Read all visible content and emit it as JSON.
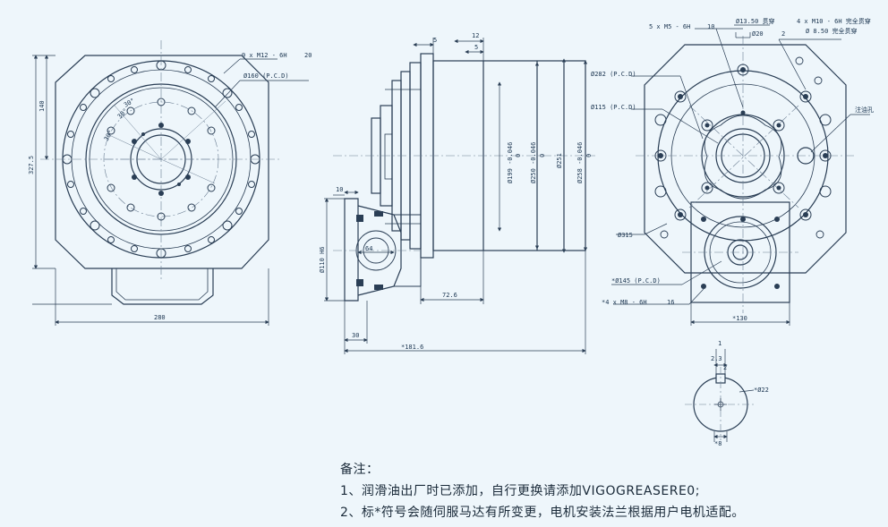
{
  "colors": {
    "background": "#eef6fb",
    "line": "#2a3e55",
    "center_line": "#6a7d92",
    "text": "#1b3550"
  },
  "front_view": {
    "dim_thread": "9 x  M12 - 6H",
    "dim_thread_depth": "20",
    "dim_pcd": "Ø160 (P.C.D)",
    "dim_height_half": "140",
    "dim_height_total": "327.5",
    "dim_width": "280",
    "angle_1": "30°",
    "angle_2": "30°",
    "angle_3": "30°"
  },
  "side_view": {
    "dim_top_5": "5",
    "dim_top_12": "12",
    "dim_top_5b": "5",
    "dim_10": "10",
    "dim_64": "64",
    "dim_110h6": "Ø110 H6",
    "dim_72_6": "72.6",
    "dim_30": "30",
    "dim_181_6": "*181.6",
    "dim_199": "Ø199 -0.046",
    "dim_199_top": "0",
    "dim_250": "Ø250 -0.046",
    "dim_250_top": "0",
    "dim_251": "Ø251",
    "dim_258": "Ø258 -0.046",
    "dim_258_top": "0"
  },
  "rear_view": {
    "dim_m5": "5 x  M5 - 6H",
    "dim_m5_depth": "10",
    "dim_13_5": "Ø13.50 贯穿",
    "dim_20": "Ø20",
    "dim_20_depth": "2",
    "dim_m10": "4 x  M10 - 6H 完全贯穿",
    "dim_8_5": "Ø 8.50 完全贯穿",
    "dim_282": "Ø282 (P.C.D)",
    "dim_115": "Ø115 (P.C.D)",
    "dim_315": "Ø315",
    "oil_hole": "注油孔",
    "dim_145": "*Ø145 (P.C.D)",
    "dim_m8": "*4 x  M8 - 6H",
    "dim_m8_depth": "16",
    "dim_130": "*130"
  },
  "shaft_view": {
    "dim_1": "1",
    "dim_2_3": "2.3",
    "dim_2": "2",
    "dim_22": "*Ø22",
    "dim_8": "*8"
  },
  "notes": {
    "title": "备注：",
    "line1": "1、润滑油出厂时已添加，自行更换请添加VIGOGREASERE0;",
    "line2": "2、标*符号会随伺服马达有所变更，电机安装法兰根据用户电机适配。"
  }
}
